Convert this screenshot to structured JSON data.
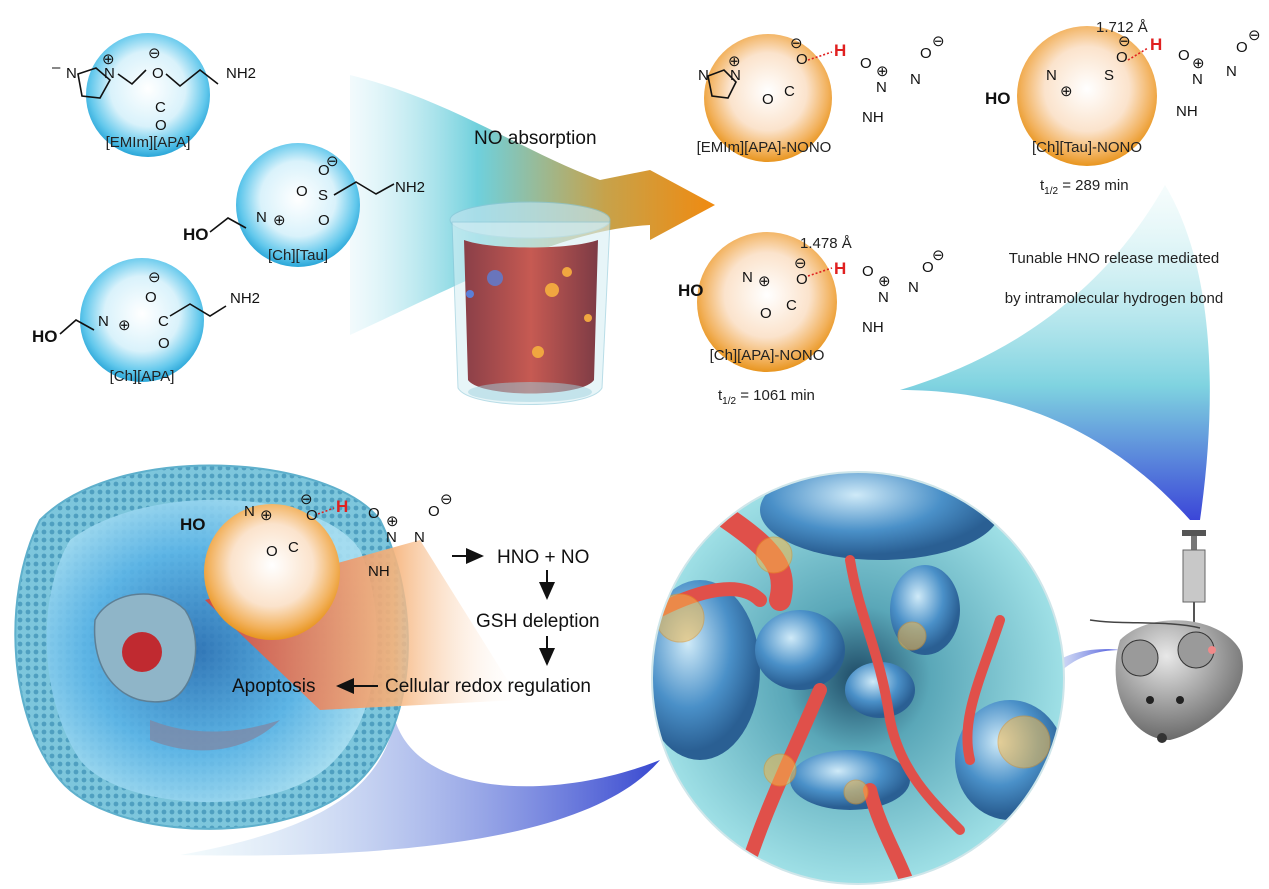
{
  "reactants": {
    "emim_apa": "[EMIm][APA]",
    "ch_tau": "[Ch][Tau]",
    "ch_apa": "[Ch][APA]"
  },
  "process": {
    "absorption": "NO absorption"
  },
  "products": {
    "emim_nono": "[EMIm][APA]-NONO",
    "ch_tau_nono": "[Ch][Tau]-NONO",
    "ch_apa_nono": "[Ch][APA]-NONO",
    "bond_tau": "1.712 Å",
    "bond_apa": "1.478 Å",
    "half_life_tau_t": "t",
    "half_life_tau_sub": "1/2",
    "half_life_tau_val": " = 289 min",
    "half_life_apa_t": "t",
    "half_life_apa_sub": "1/2",
    "half_life_apa_val": " = 1061 min"
  },
  "release_note": {
    "line1": "Tunable HNO release mediated",
    "line2": "by intramolecular hydrogen bond"
  },
  "mechanism": {
    "step1": "HNO + NO",
    "step2": "GSH deleption",
    "step3": "Cellular redox regulation",
    "outcome": "Apoptosis"
  },
  "atoms": {
    "ho": "HO",
    "nh2": "NH2",
    "nh": "NH",
    "n": "N",
    "o": "O",
    "h": "H",
    "s": "S",
    "c": "C",
    "plus": "⊕",
    "minus": "⊖"
  },
  "colors": {
    "cyan_sphere": "#4fc3e8",
    "orange_sphere": "#f0a640",
    "arrow_orange": "#f08a10",
    "h_bond_red": "#e02020",
    "vessel_red": "#e0504a",
    "tissue_cyan": "#7fd3dc",
    "cell_blue": "#3f8fd0"
  }
}
